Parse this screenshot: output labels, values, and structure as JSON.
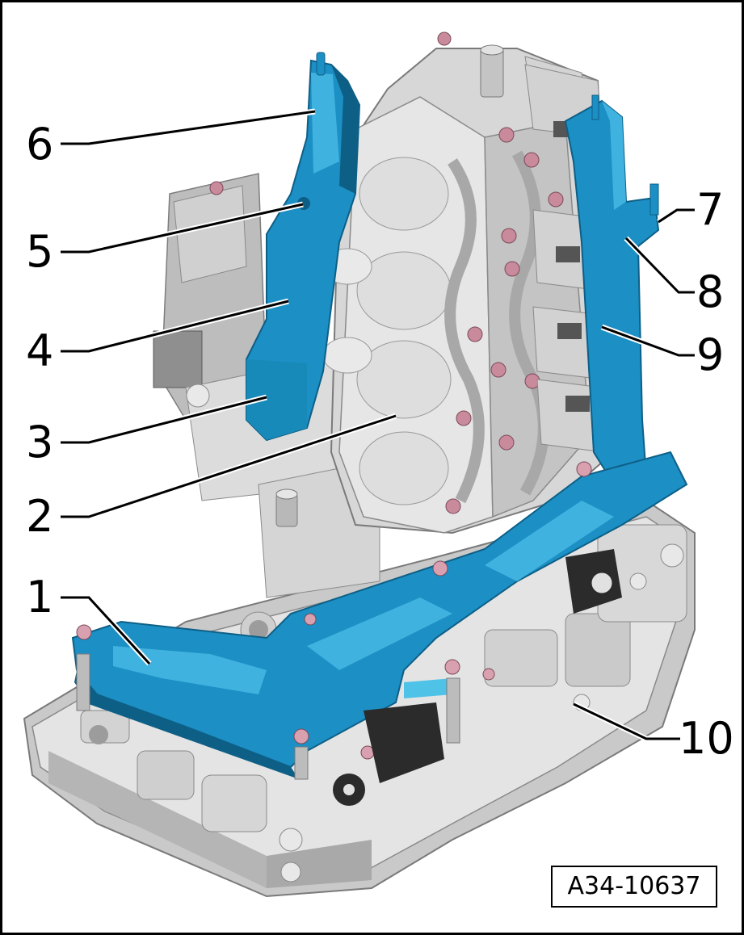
{
  "figure_id": "A34-10637",
  "callouts": [
    "1",
    "2",
    "3",
    "4",
    "5",
    "6",
    "7",
    "8",
    "9",
    "10"
  ],
  "colors": {
    "housing_light": "#e4e4e4",
    "housing_mid": "#c9c9c9",
    "housing_dark": "#9c9c9c",
    "highlight_blue": "#1c8fc4",
    "highlight_blue_light": "#3fb2e0",
    "highlight_blue_dark": "#0e5f86",
    "bolt_pink": "#d9a0b0",
    "connector_black": "#2b2b2b"
  }
}
